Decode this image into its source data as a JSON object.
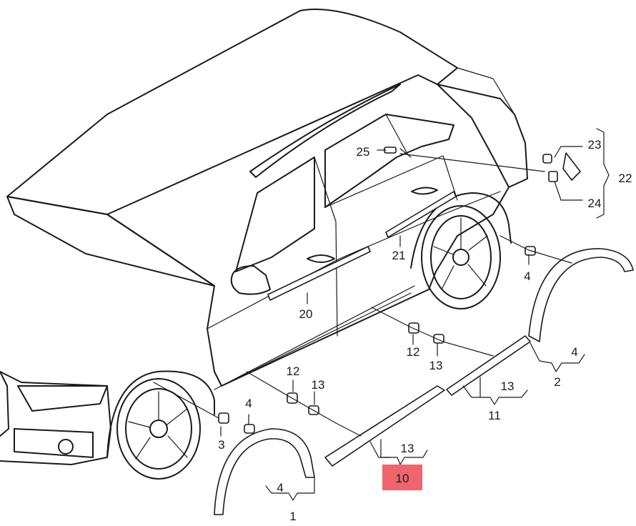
{
  "highlight_color": "#f0646e",
  "callouts": {
    "c1": "1",
    "c2": "2",
    "c3": "3",
    "c4_rear_clip": "4",
    "c4_rear_brace": "4",
    "c4_front_clip": "4",
    "c4_front_brace": "4",
    "c10": "10",
    "c11": "11",
    "c12_rear": "12",
    "c12_front": "12",
    "c13_rear_clip": "13",
    "c13_rear_brace": "13",
    "c13_front_clip": "13",
    "c13_sill": "13",
    "c20": "20",
    "c21": "21",
    "c22": "22",
    "c23": "23",
    "c24": "24",
    "c25": "25"
  }
}
